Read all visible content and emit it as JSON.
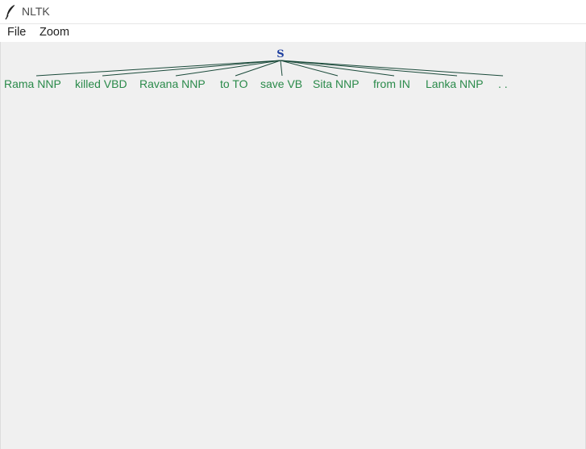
{
  "window": {
    "title": "NLTK",
    "icon": "feather-icon"
  },
  "menu": {
    "file": "File",
    "zoom": "Zoom"
  },
  "tree": {
    "root": "S",
    "leaves": [
      "Rama NNP",
      "killed VBD",
      "Ravana NNP",
      "to TO",
      "save VB",
      "Sita NNP",
      "from IN",
      "Lanka NNP",
      ". ."
    ]
  },
  "colors": {
    "root_label": "#1f3f9f",
    "leaf_label": "#2a8a4a",
    "branch_line": "#1a4a3a",
    "canvas_bg": "#f0f0f0"
  }
}
